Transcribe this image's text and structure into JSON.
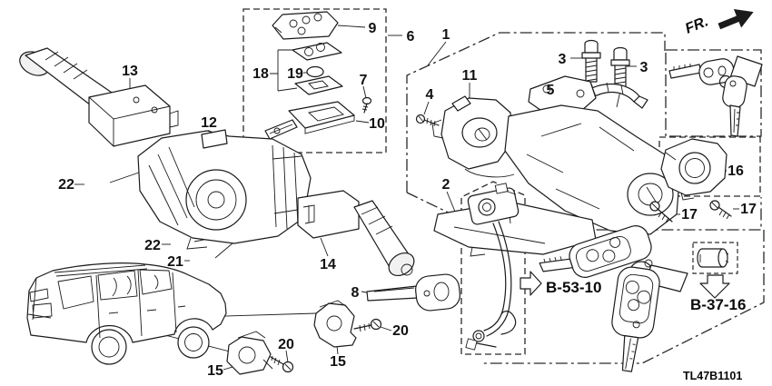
{
  "colors": {
    "line": "#1b1b1b",
    "background": "#ffffff"
  },
  "callouts": {
    "c1": "1",
    "c2": "2",
    "c3a": "3",
    "c3b": "3",
    "c4": "4",
    "c5": "5",
    "c6": "6",
    "c7": "7",
    "c8": "8",
    "c9": "9",
    "c10": "10",
    "c11": "11",
    "c12": "12",
    "c13": "13",
    "c14": "14",
    "c15a": "15",
    "c15b": "15",
    "c16": "16",
    "c17a": "17",
    "c17b": "17",
    "c18": "18",
    "c19": "19",
    "c20a": "20",
    "c20b": "20",
    "c21": "21",
    "c22a": "22",
    "c22b": "22"
  },
  "refs": {
    "b5310": "B-53-10",
    "b3716": "B-37-16"
  },
  "fr_label": "FR.",
  "diagram_code": "TL47B1101"
}
